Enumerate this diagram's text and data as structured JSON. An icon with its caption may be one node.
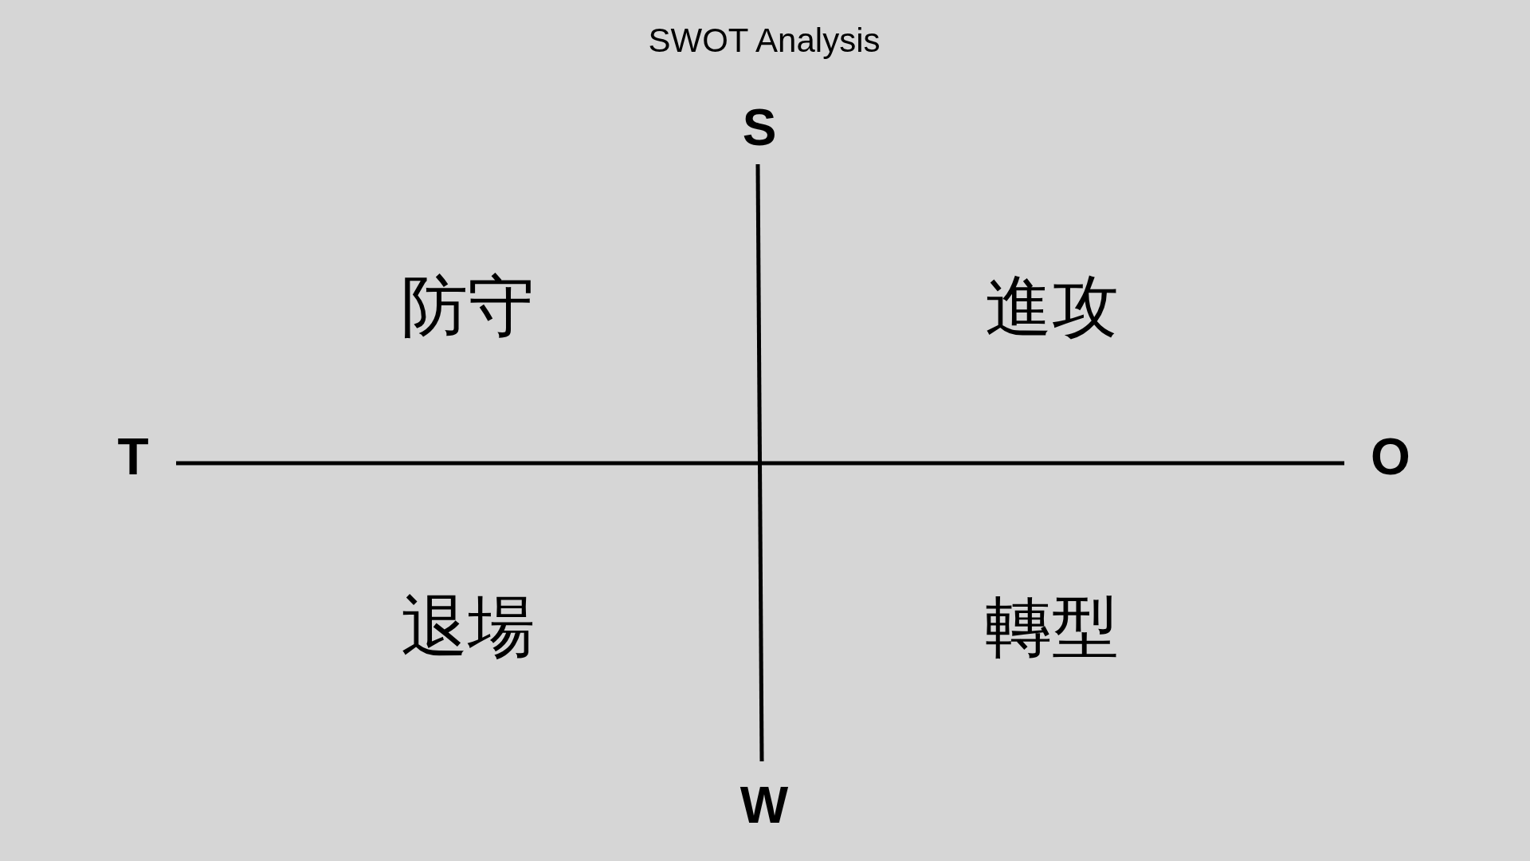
{
  "diagram": {
    "title": "SWOT Analysis",
    "labels": [
      "S",
      "防守",
      "進攻",
      "T",
      "O",
      "退場",
      "轉型",
      "W"
    ]
  }
}
